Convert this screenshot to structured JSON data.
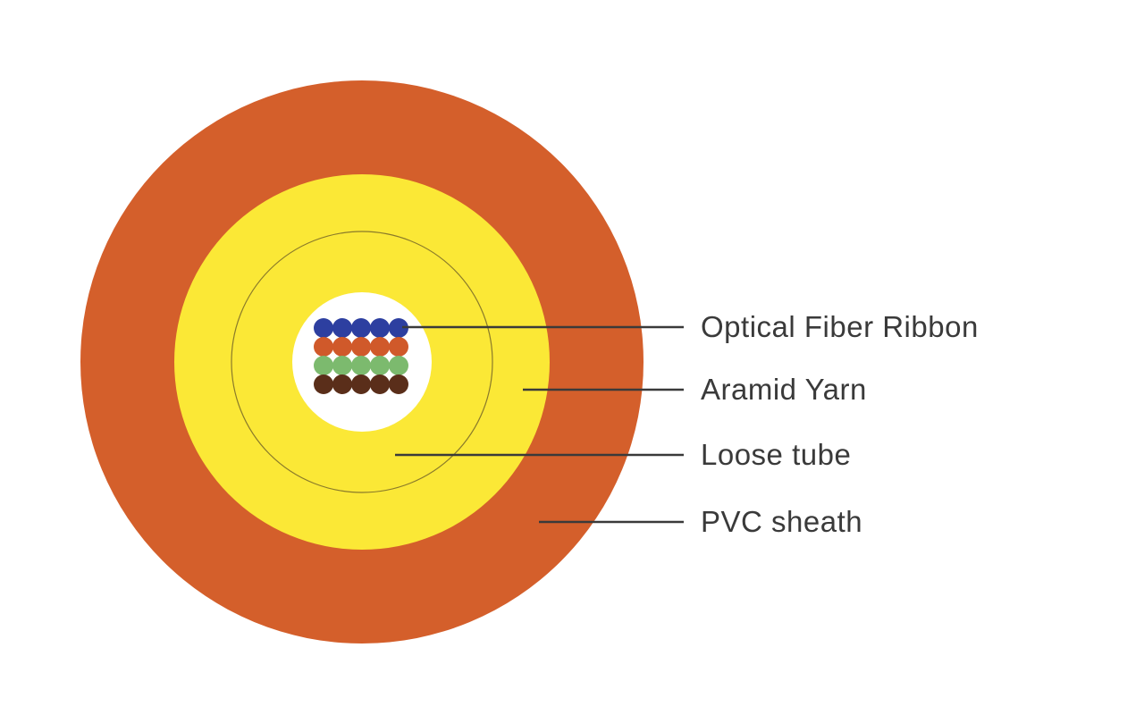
{
  "colors": {
    "sheath": "#d45f2b",
    "yarn": "#fbe836",
    "tube_outline": "#8a7a2a",
    "tube_core": "#ffffff",
    "leader_line": "#3a3a3a",
    "label_text": "#3a3a3a",
    "fiber_rows": [
      "#2d3fa0",
      "#d0592a",
      "#7cba6e",
      "#5a2e1a"
    ]
  },
  "fiber_ribbon": {
    "rows": 4,
    "fibers_per_row": 5
  },
  "labels": [
    {
      "id": "optical-fiber-ribbon",
      "text": "Optical Fiber Ribbon"
    },
    {
      "id": "aramid-yarn",
      "text": "Aramid Yarn"
    },
    {
      "id": "loose-tube",
      "text": "Loose tube"
    },
    {
      "id": "pvc-sheath",
      "text": "PVC sheath"
    }
  ]
}
